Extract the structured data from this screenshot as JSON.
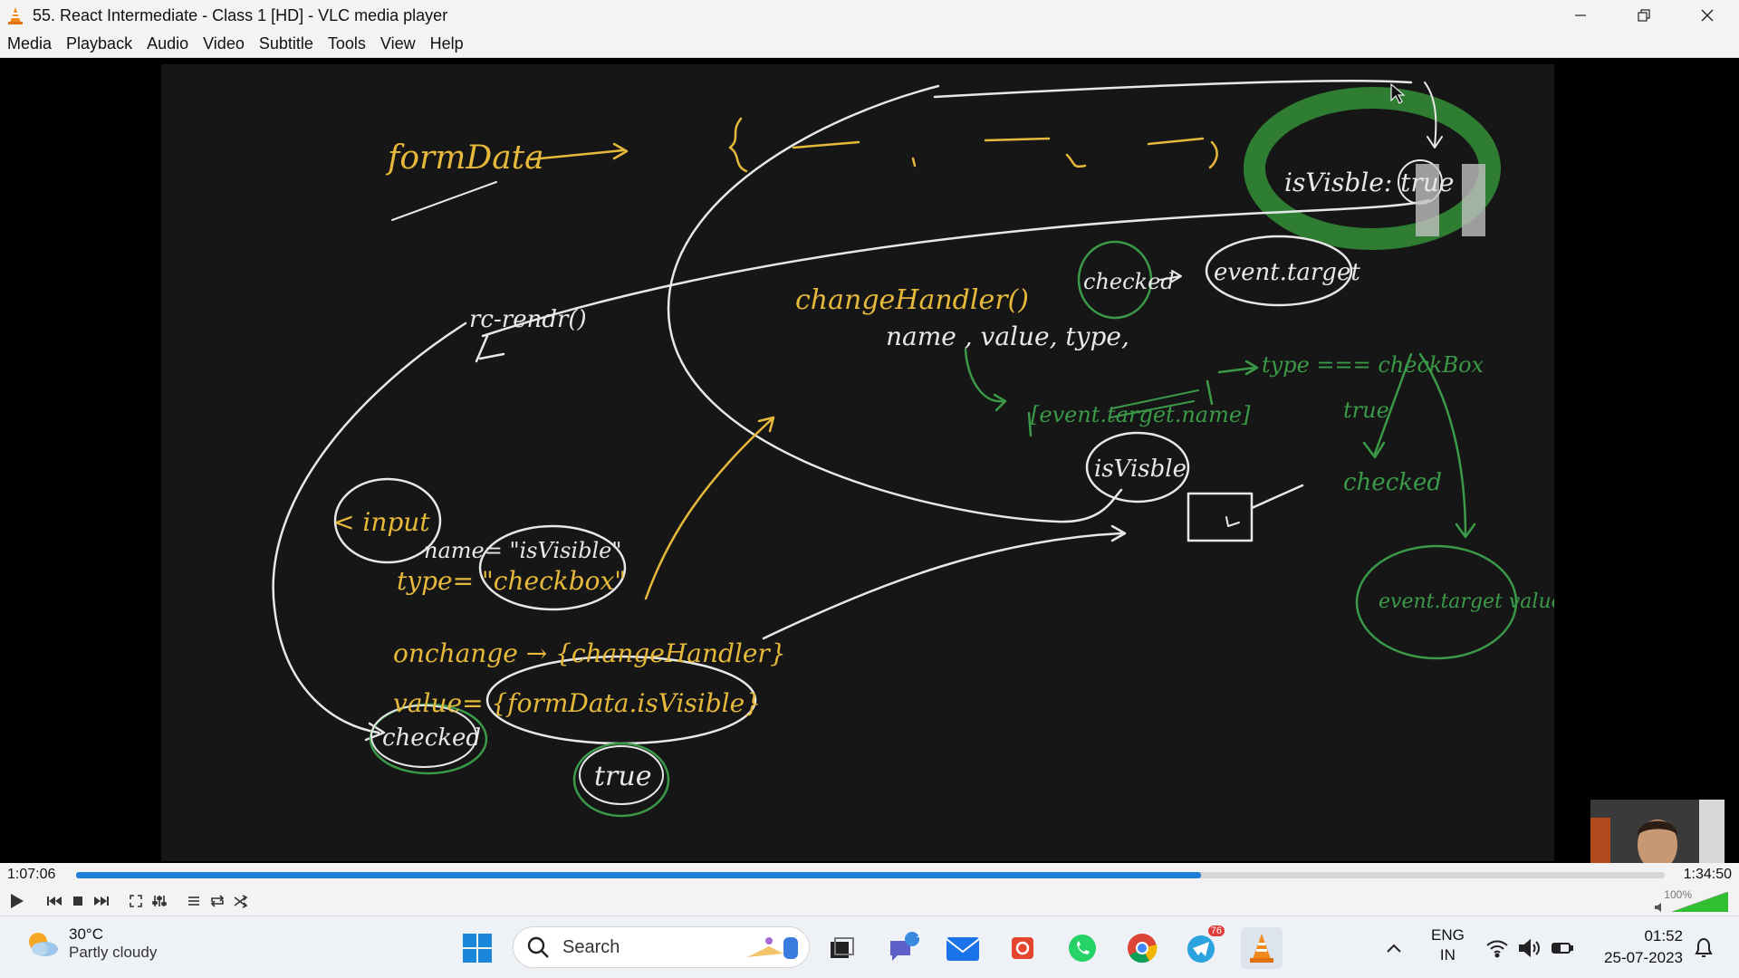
{
  "window": {
    "title": "55. React Intermediate - Class 1 [HD] - VLC media player",
    "controls": [
      "minimize",
      "restore",
      "close"
    ]
  },
  "menu": [
    "Media",
    "Playback",
    "Audio",
    "Video",
    "Subtitle",
    "Tools",
    "View",
    "Help"
  ],
  "board_text": {
    "formdata": "formData",
    "rc": "rc-rendr()",
    "is_visible_top": "isVisble: true",
    "change_handler": "changeHandler()",
    "params": "name , value, type,",
    "checked": "checked",
    "event_target": "event.target",
    "type_check": "type === checkBox",
    "event_target_name": "[event.target.name]",
    "isvisible_mid": "isVisble",
    "true_label": "true",
    "checked2": "checked",
    "event_target_value": "event.target value",
    "input": "< input",
    "name_attr": "name= \"isVisible\"",
    "type_attr": "type= \"checkbox\"",
    "onchange": "onchange → {changeHandler}",
    "value_attr": "value= {formData.isVisible}",
    "checked_bottom": "checked",
    "true_bottom": "true"
  },
  "playback": {
    "elapsed": "1:07:06",
    "total": "1:34:50",
    "progress_fraction": 0.708,
    "volume_label": "100%",
    "volume_fraction": 1.0
  },
  "taskbar": {
    "weather_temp": "30°C",
    "weather_desc": "Partly cloudy",
    "search_label": "Search",
    "telegram_badge": "76",
    "teams_badge": "1",
    "lang_top": "ENG",
    "lang_bottom": "IN",
    "time": "01:52",
    "date": "25-07-2023"
  },
  "colors": {
    "accent_progress": "#1e7fd6",
    "chalk_yellow": "#e6b93a",
    "chalk_green": "#3a9a48",
    "chalk_white": "#e8e8e8",
    "highlight_green": "#2f7d32"
  }
}
